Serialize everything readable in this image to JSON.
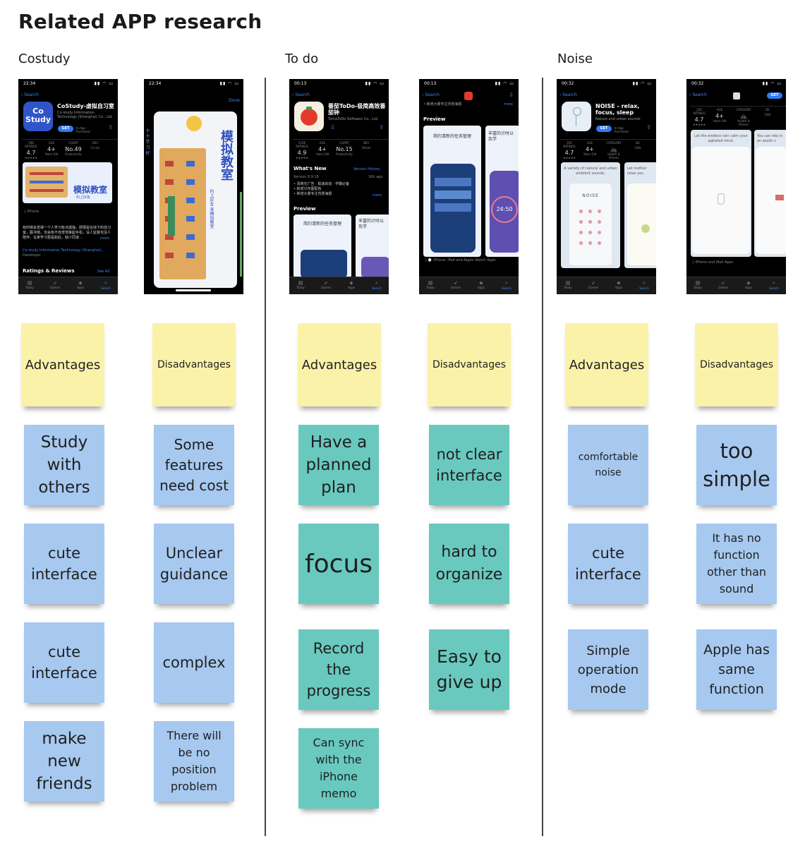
{
  "page_title": "Related APP research",
  "sections": {
    "costudy": "Costudy",
    "todo": "To do",
    "noise": "Noise"
  },
  "phones": {
    "p1": {
      "time": "22:34",
      "back": "Search",
      "app_name": "CoStudy-虚拟自习室",
      "developer": "Co-study Information Technology (Shanghai) Co., Ltd",
      "get": "GET",
      "iap": "In-App Purchases",
      "stats": [
        {
          "label": "298 RATINGS",
          "value": "4.7",
          "sub": "★★★★★"
        },
        {
          "label": "AGE",
          "value": "4+",
          "sub": "Years Old"
        },
        {
          "label": "CHART",
          "value": "No.49",
          "sub": "Productivity"
        },
        {
          "label": "DEV",
          "value": "",
          "sub": "Co-stu"
        }
      ],
      "device": "iPhone",
      "description": "有时候会觉得一个人学习有点孤独，即便是在线下的自习室，图书馆，也会有不自觉地掌起手机，没人监督也没人陪伴，在家学习更是如此，缺少同道…",
      "more": "more",
      "dev_link": "Co-study Information Technology (Shanghai)...",
      "dev_role": "Developer",
      "ratings": "Ratings & Reviews",
      "see_all": "See All",
      "icon_text": "Co Study",
      "banner": "模拟教室",
      "banner_sub": "约上好友"
    },
    "p2": {
      "time": "22:34",
      "done": "Done",
      "banner": "模拟教室",
      "banner_sub": "约上好友 来模拟教室"
    },
    "p3": {
      "time": "00:13",
      "back": "Search",
      "app_name": "番茄ToDo-极简高效番茄钟",
      "developer": "TomaToDo Software Co., Ltd.",
      "stats": [
        {
          "label": "520K RATINGS",
          "value": "4.9",
          "sub": "★★★★★"
        },
        {
          "label": "AGE",
          "value": "4+",
          "sub": "Years Old"
        },
        {
          "label": "CHART",
          "value": "No.15",
          "sub": "Productivity"
        },
        {
          "label": "DEV",
          "value": "",
          "sub": "Tomat"
        }
      ],
      "whats_new": "What's New",
      "version_history": "Version History",
      "version": "Version 8.9.16",
      "ago": "16h ago",
      "notes": [
        "• 清爽无广告 · 极速启动 · 学霸必备",
        "• 新增分布图配色",
        "• 新增大量专注背景海报"
      ],
      "more": "more",
      "preview": "Preview",
      "shot_a": "简约清新的任务管理",
      "shot_b": "丰富的计时以及学"
    },
    "p4": {
      "time": "00:13",
      "back": "Search",
      "preview": "Preview",
      "top_note": "• 新增大量专注背景海报",
      "more": "more",
      "shot_a": "简约清新的任务管理",
      "shot_b": "丰富的计时以及学",
      "timer": "24:50",
      "devices": "iPhone, iPad and Apple Watch Apps"
    },
    "p5": {
      "time": "00:32",
      "back": "Search",
      "app_name": "NOISE - relax, focus, sleep",
      "developer": "Nature and urban sounds",
      "get": "GET",
      "iap": "In-App Purchases",
      "stats": [
        {
          "label": "200 RATINGS",
          "value": "4.7",
          "sub": "★★★★★"
        },
        {
          "label": "AGE",
          "value": "4+",
          "sub": "Years Old"
        },
        {
          "label": "CATEGORY",
          "value": "🚲",
          "sub": "Health & Fitness"
        },
        {
          "label": "DE",
          "value": "",
          "sub": "CHH"
        }
      ],
      "shot_a": "A variety of natural and urban ambient sounds.",
      "shot_b": "Let mother relax you",
      "logo": "NOISE"
    },
    "p6": {
      "time": "00:32",
      "back": "Search",
      "get": "GET",
      "stats": [
        {
          "label": "200 RATINGS",
          "value": "4.7",
          "sub": "★★★★★"
        },
        {
          "label": "AGE",
          "value": "4+",
          "sub": "Years Old"
        },
        {
          "label": "CATEGORY",
          "value": "🚲",
          "sub": "Health & Fitness"
        },
        {
          "label": "DE",
          "value": "",
          "sub": "CHH"
        }
      ],
      "shot_a": "Let the endless rain calm your agitated mind.",
      "shot_b": "You can rela in an exotic c",
      "devices": "iPhone and iPad Apps"
    },
    "tabs": [
      "Today",
      "Games",
      "Apps",
      "Search"
    ]
  },
  "notes": {
    "c1": [
      "Advantages",
      "Study with others",
      "cute interface",
      "cute interface",
      "make new friends"
    ],
    "c2": [
      "Disadvantages",
      "Some features need cost",
      "Unclear guidance",
      "complex",
      "There will be no position problem"
    ],
    "c3": [
      "Advantages",
      "Have a planned plan",
      "focus",
      "Record the progress",
      "Can sync with the iPhone memo"
    ],
    "c4": [
      "Disadvantages",
      "not clear interface",
      "hard to organize",
      "Easy to give up"
    ],
    "c5": [
      "Advantages",
      "comfortable noise",
      "cute interface",
      "Simple operation mode"
    ],
    "c6": [
      "Disadvantages",
      "too simple",
      "It has no function other than sound",
      "Apple has same function"
    ]
  },
  "colors": {
    "yellow": "#fbf2a9",
    "blue": "#a7c9f0",
    "teal": "#69c9bf",
    "divider": "#444444"
  }
}
